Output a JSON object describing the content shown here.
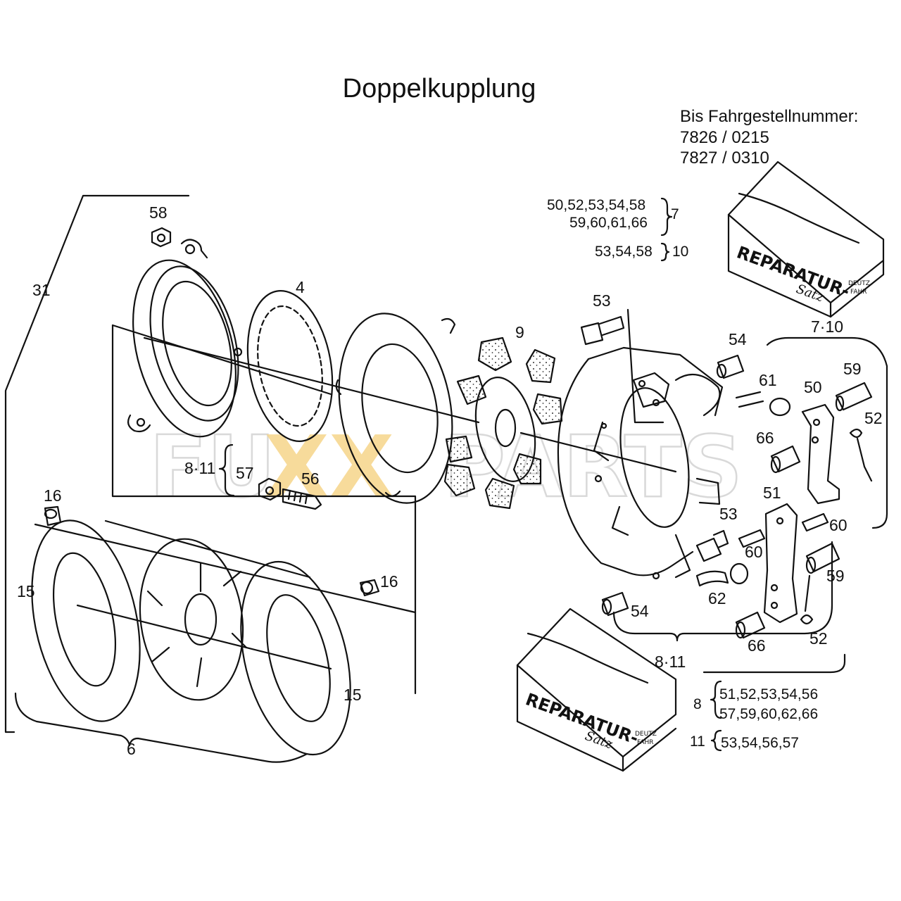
{
  "title": "Doppelkupplung",
  "serial": {
    "heading": "Bis Fahrgestellnummer:",
    "lines": [
      "7826 / 0215",
      "7827 / 0310"
    ]
  },
  "watermark": {
    "left": "FU",
    "x": "XX",
    "right": "PARTS"
  },
  "repair_box": {
    "title": "REPARATUR-",
    "sub": "Satz",
    "logo_top": "DEUTZ",
    "logo_bottom": "FAHR"
  },
  "kit_top": {
    "kit7_line1": "50,52,53,54,58",
    "kit7_line2": "59,60,61,66",
    "kit7_no": "7",
    "kit10_line": "53,54,58",
    "kit10_no": "10"
  },
  "kit_bottom": {
    "kit8_no": "8",
    "kit8_line1": "51,52,53,54,56",
    "kit8_line2": "57,59,60,62,66",
    "kit11_no": "11",
    "kit11_line": "53,54,56,57"
  },
  "labels": {
    "p58": "58",
    "p31": "31",
    "p4": "4",
    "p9": "9",
    "p53a": "53",
    "p7_10": "7·10",
    "p54a": "54",
    "p61": "61",
    "p50": "50",
    "p59a": "59",
    "p52a": "52",
    "p66a": "66",
    "p8_11a": "8·11",
    "p57": "57",
    "p56": "56",
    "p51": "51",
    "p53b": "53",
    "p60a": "60",
    "p60b": "60",
    "p16a": "16",
    "p16b": "16",
    "p15a": "15",
    "p15b": "15",
    "p59b": "59",
    "p62": "62",
    "p54b": "54",
    "p66b": "66",
    "p52b": "52",
    "p8_11b": "8·11",
    "p6": "6"
  }
}
